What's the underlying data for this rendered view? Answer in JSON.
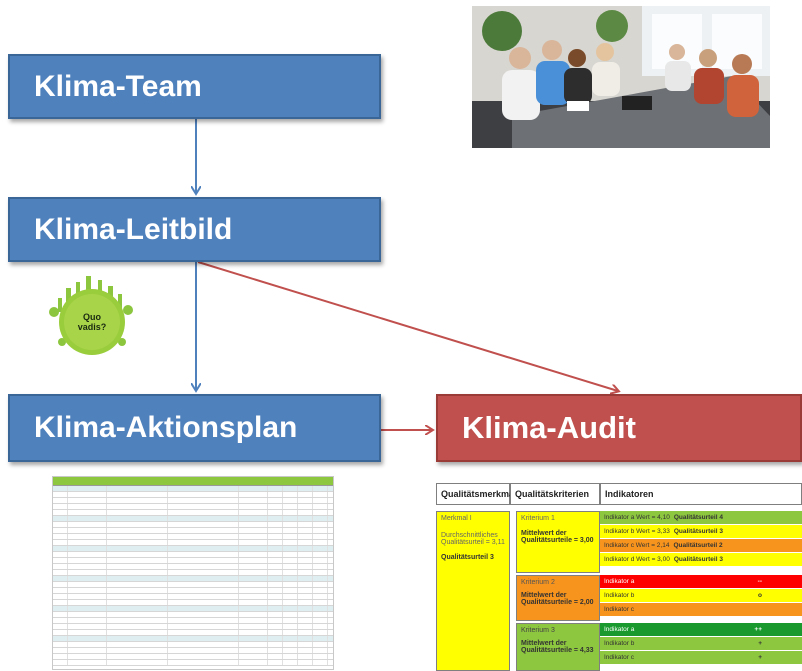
{
  "boxes": {
    "team": "Klima-Team",
    "leitbild": "Klima-Leitbild",
    "aktionsplan": "Klima-Aktionsplan",
    "audit": "Klima-Audit"
  },
  "logo_text": "Quo vadis?",
  "colors": {
    "box_blue": "#4f81bd",
    "box_red": "#c0504d",
    "arrow_blue": "#4f81bd",
    "arrow_red": "#c0504d"
  },
  "audit_table": {
    "headers": [
      "Qualitätsmerkmal",
      "Qualitätskriterien",
      "Indikatoren"
    ],
    "merkmal": {
      "title": "Merkmal I",
      "line1": "Durchschnittliches Qualitätsurteil = 3,11",
      "line2": "Qualitätsurteil 3"
    },
    "kriterien": [
      {
        "title": "Kriterium 1",
        "text": "Mittelwert der Qualitätsurteile = 3,00"
      },
      {
        "title": "Kriterium 2",
        "text": "Mittelwert der Qualitätsurteile = 2,00"
      },
      {
        "title": "Kriterium 3",
        "text": "Mittelwert der Qualitätsurteile = 4,33"
      }
    ],
    "indikatoren": [
      {
        "label": "Indikator a  Wert = 4,10",
        "urteil": "Qualitätsurteil 4",
        "mark": ""
      },
      {
        "label": "Indikator b  Wert = 3,33",
        "urteil": "Qualitätsurteil 3",
        "mark": ""
      },
      {
        "label": "Indikator c  Wert = 2,14",
        "urteil": "Qualitätsurteil 2",
        "mark": ""
      },
      {
        "label": "Indikator d  Wert = 3,00",
        "urteil": "Qualitätsurteil 3",
        "mark": ""
      },
      {
        "label": "Indikator a",
        "urteil": "",
        "mark": "--"
      },
      {
        "label": "Indikator b",
        "urteil": "",
        "mark": "o"
      },
      {
        "label": "Indikator c",
        "urteil": "",
        "mark": ""
      },
      {
        "label": "Indikator a",
        "urteil": "",
        "mark": "++"
      },
      {
        "label": "Indikator b",
        "urteil": "",
        "mark": "+"
      },
      {
        "label": "Indikator c",
        "urteil": "",
        "mark": "+"
      }
    ],
    "indicator_colors": [
      "#8dc63f",
      "#ffff00",
      "#f7941d",
      "#ffff00",
      "#ff0000",
      "#ffff00",
      "#f7941d",
      "#1a9a2e",
      "#8dc63f",
      "#8dc63f"
    ]
  }
}
